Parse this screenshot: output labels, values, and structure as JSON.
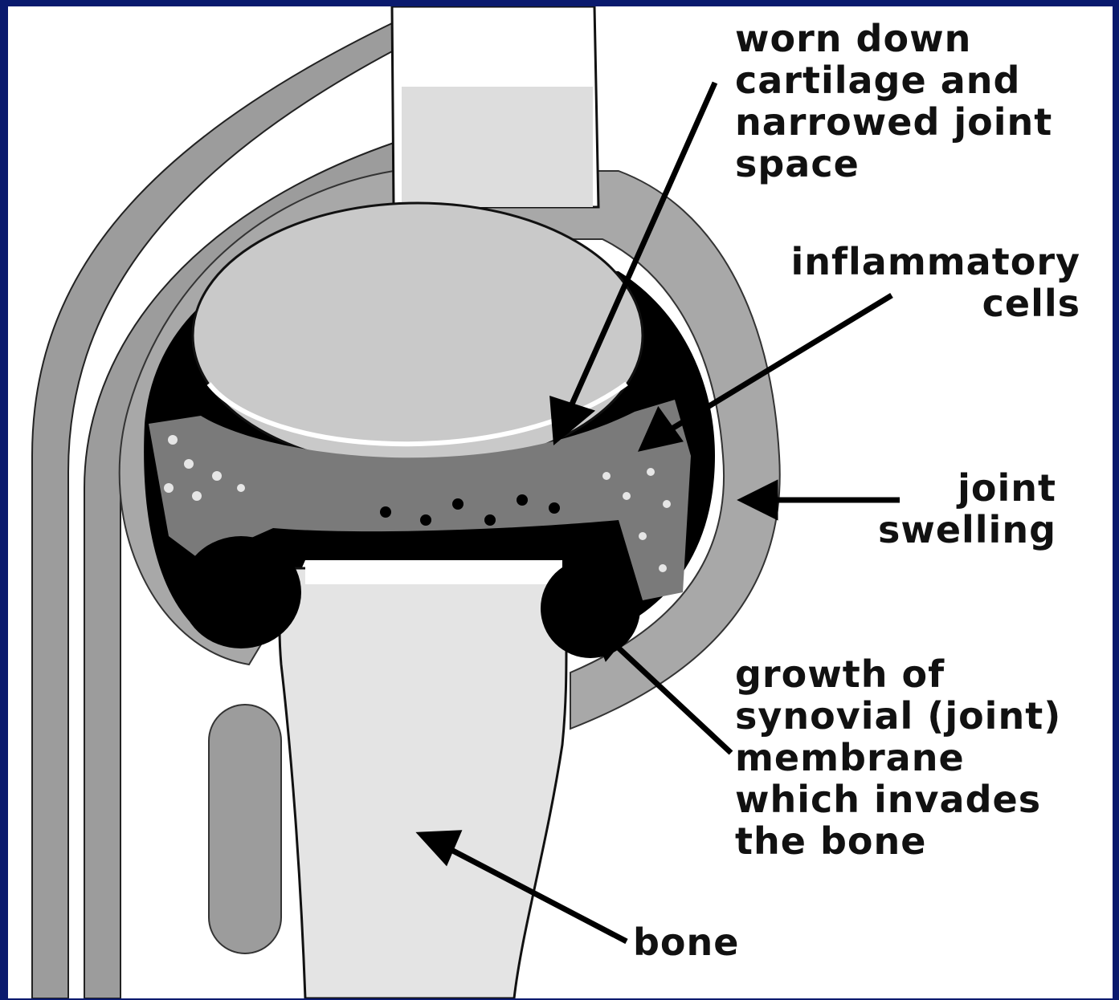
{
  "labels": {
    "cartilage": [
      "worn down",
      "cartilage and",
      "narrowed joint",
      "space"
    ],
    "inflammatory": [
      "inflammatory",
      "cells"
    ],
    "swelling": [
      "joint",
      "swelling"
    ],
    "synovial": [
      "growth of",
      "synovial (joint)",
      "membrane",
      "which invades",
      "the bone"
    ],
    "bone": [
      "bone"
    ]
  },
  "colors": {
    "frame": "#0a1a6e",
    "background": "#ffffff",
    "tissue_gray": "#9c9c9c",
    "bone_light": "#e4e4e4",
    "cartilage_gray": "#cfcfcf",
    "membrane_dark": "#000000",
    "inflamed_gray": "#7a7a7a"
  }
}
